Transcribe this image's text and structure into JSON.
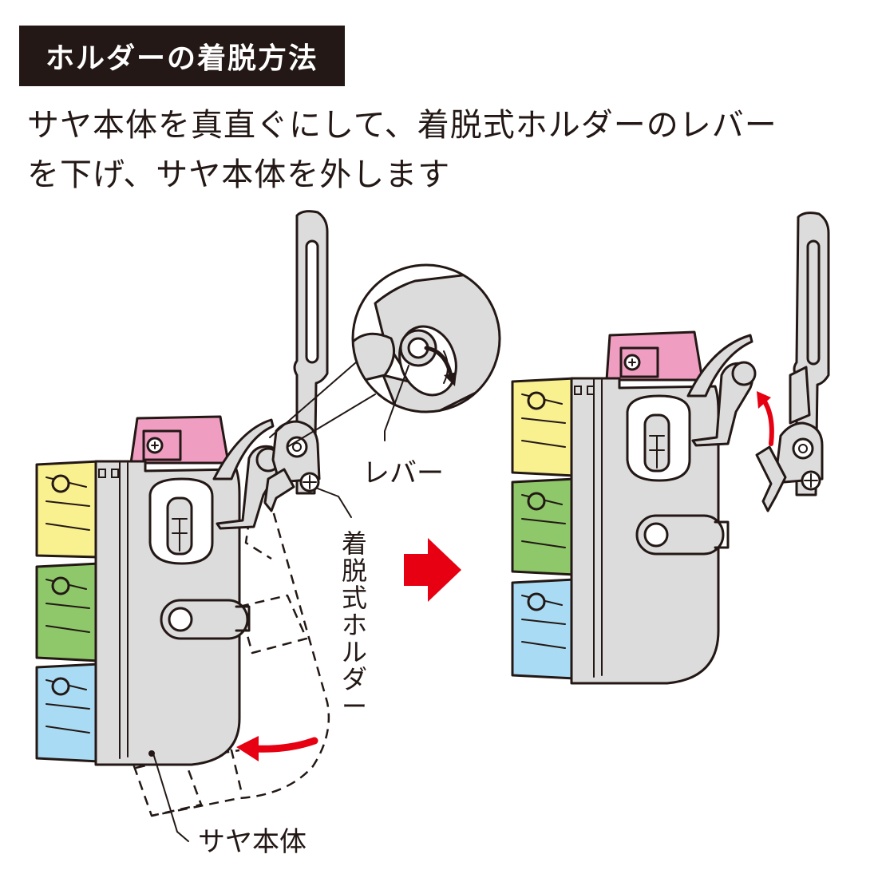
{
  "heading": "ホルダーの着脱方法",
  "instruction": {
    "line1": "サヤ本体を真直ぐにして、着脱式ホルダーのレバー",
    "line2": "を下げ、サヤ本体を外します"
  },
  "labels": {
    "lever": "レバー",
    "holder": [
      "着",
      "脱",
      "式",
      "ホ",
      "ル",
      "ダ",
      "ー"
    ],
    "body": "サヤ本体"
  },
  "colors": {
    "cap_yellow": "#f9f08f",
    "cap_green": "#8ec86a",
    "cap_blue": "#a9dcf4",
    "cap_pink": "#ef9ec2",
    "body_gray": "#dcdcdd",
    "arrow_red": "#e60012",
    "ink": "#231815"
  },
  "icons": [
    "direction-arrow-icon",
    "rotate-arrow-icon",
    "lift-arrow-icon"
  ]
}
